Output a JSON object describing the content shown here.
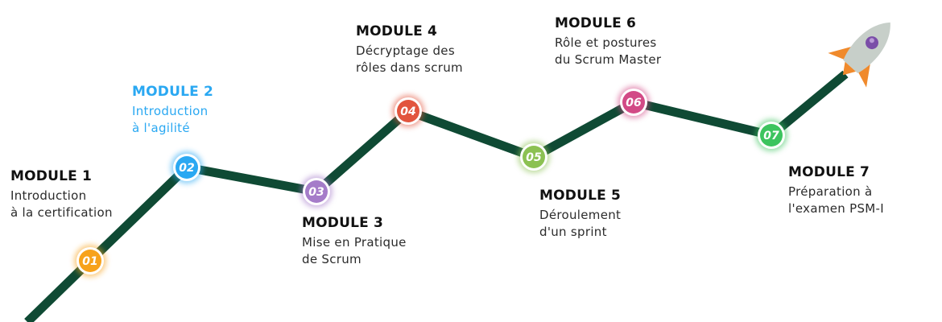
{
  "colors": {
    "path": "#0f4a34",
    "highlight_text": "#2aa8f2",
    "rocket_body": "#c7cfc9",
    "rocket_fin": "#f08a2c",
    "rocket_window": "#7b4ea8"
  },
  "icons": {
    "rocket": "rocket-icon"
  },
  "nodes": [
    {
      "label": "01",
      "color": "#f7a21b"
    },
    {
      "label": "02",
      "color": "#2aa8f2"
    },
    {
      "label": "03",
      "color": "#a57cc9"
    },
    {
      "label": "04",
      "color": "#e2553e"
    },
    {
      "label": "05",
      "color": "#8cc152"
    },
    {
      "label": "06",
      "color": "#d24a86"
    },
    {
      "label": "07",
      "color": "#3cc45e"
    }
  ],
  "modules": [
    {
      "title": "MODULE 1",
      "lines": [
        "Introduction",
        "à la certification"
      ]
    },
    {
      "title": "MODULE 2",
      "lines": [
        "Introduction",
        "à l'agilité"
      ]
    },
    {
      "title": "MODULE 3",
      "lines": [
        "Mise en Pratique",
        "de Scrum"
      ]
    },
    {
      "title": "MODULE 4",
      "lines": [
        "Décryptage des",
        "rôles dans scrum"
      ]
    },
    {
      "title": "MODULE 5",
      "lines": [
        "Déroulement",
        "d'un sprint"
      ]
    },
    {
      "title": "MODULE 6",
      "lines": [
        "Rôle et postures",
        "du Scrum Master"
      ]
    },
    {
      "title": "MODULE 7",
      "lines": [
        "Préparation à",
        "l'examen PSM-I"
      ]
    }
  ]
}
